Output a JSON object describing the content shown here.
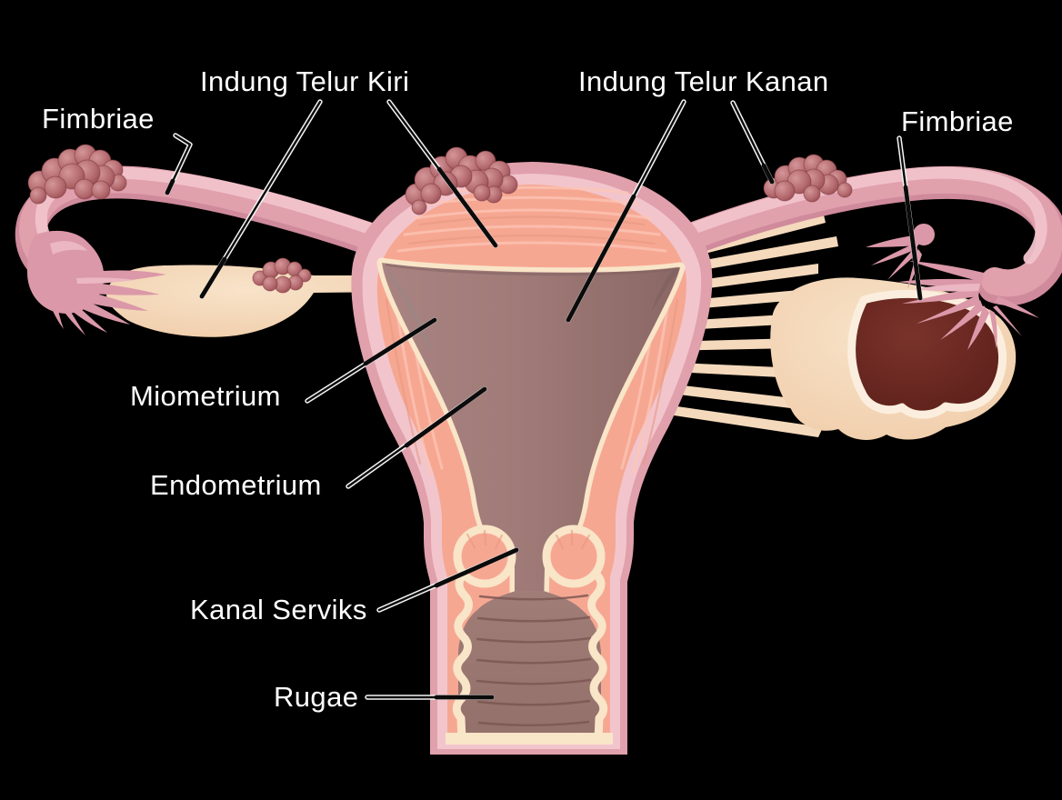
{
  "diagram": {
    "labels": {
      "fimbriae_left": "Fimbriae",
      "indung_telur_kiri": "Indung Telur Kiri",
      "indung_telur_kanan": "Indung Telur Kanan",
      "fimbriae_right": "Fimbriae",
      "miometrium": "Miometrium",
      "endometrium": "Endometrium",
      "kanal_serviks": "Kanal Serviks",
      "rugae": "Rugae"
    },
    "colors": {
      "background_color": "#000000",
      "text_color": "#ffffff",
      "outer_pink": "#e0a0ac",
      "light_pink": "#f2c5cc",
      "muscle_salmon": "#f6a792",
      "endometrium_cream": "#f9e5c8",
      "cavity_brown": "#a07b78",
      "rugae_line": "#7c5752",
      "ligament_cream": "#f4d9bc",
      "fimbriae_pink": "#db98a8",
      "follicle_mauve": "#b46b6f",
      "mass_maroon": "#5e1f1a"
    }
  }
}
